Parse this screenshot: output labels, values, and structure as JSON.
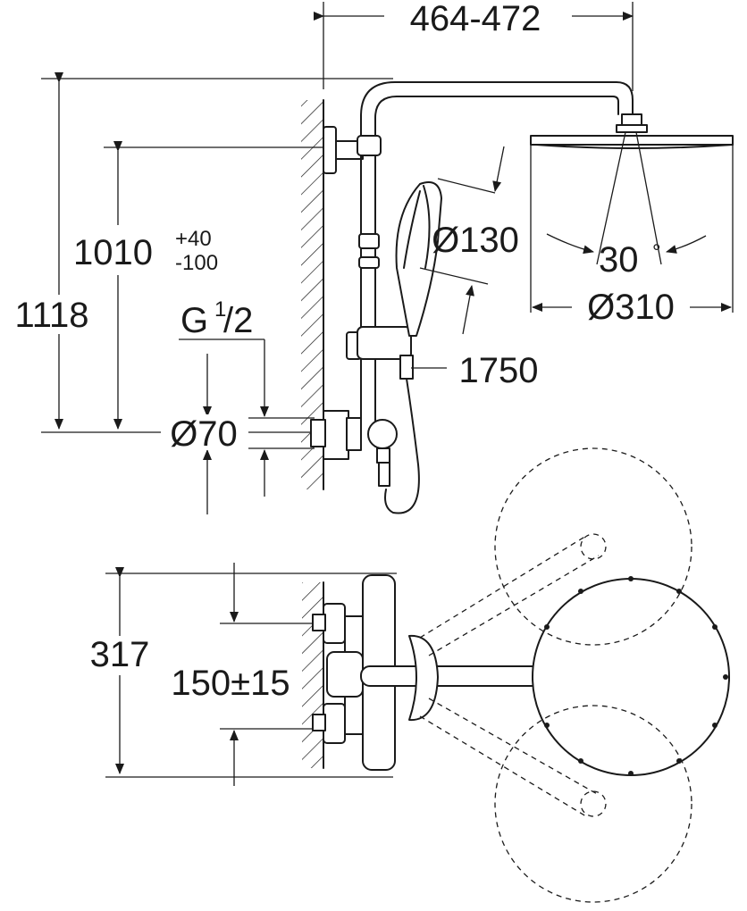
{
  "dimensions": {
    "arm_projection": "464-472",
    "total_height": "1118",
    "rail_height": "1010",
    "rail_height_tol_plus": "+40",
    "rail_height_tol_minus": "-100",
    "thread_prefix": "G",
    "thread_num": "1",
    "thread_den": "/2",
    "connection_diameter": "Ø70",
    "hand_shower_diameter": "Ø130",
    "head_shower_diameter": "Ø310",
    "tilt_angle": "30",
    "tilt_unit": "°",
    "hose_length": "1750",
    "wall_depth": "317",
    "inlet_spacing": "150±15"
  }
}
